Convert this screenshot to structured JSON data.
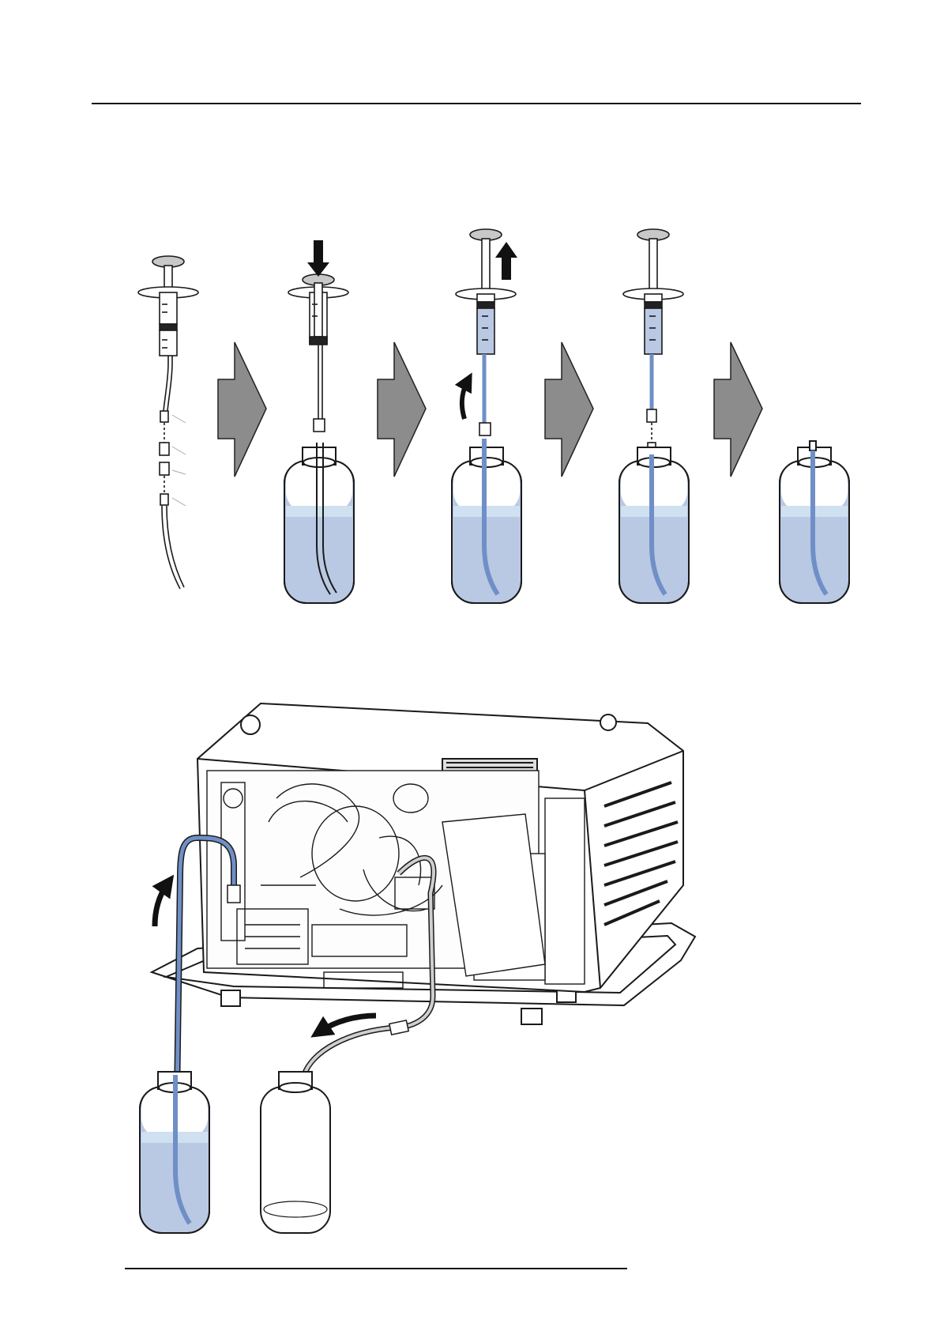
{
  "page": {
    "header_rule": true,
    "footer_rule": true,
    "figures": [
      {
        "id": "syringe-sequence",
        "steps": 5,
        "description_icon": "syringe-fill-sequence"
      },
      {
        "id": "projector-flush",
        "description_icon": "projector-cooling-flush"
      }
    ]
  },
  "colors": {
    "liquid": "#b9c8e3",
    "liquid_surface": "#cfe0f0",
    "tube_filled": "#6f8fc6",
    "step_arrow": "#8c8c8c",
    "line": "#1a1a1a",
    "plunger": "#c8c8c8"
  }
}
